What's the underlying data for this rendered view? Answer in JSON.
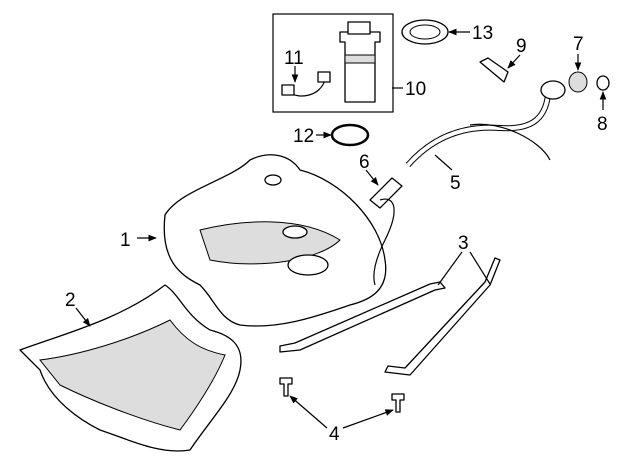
{
  "callouts": [
    {
      "num": "1",
      "part": "fuel-tank"
    },
    {
      "num": "2",
      "part": "heat-shield"
    },
    {
      "num": "3",
      "part": "tank-straps"
    },
    {
      "num": "4",
      "part": "strap-bolts"
    },
    {
      "num": "5",
      "part": "filler-pipe"
    },
    {
      "num": "6",
      "part": "filler-hose"
    },
    {
      "num": "7",
      "part": "filler-cap-seal"
    },
    {
      "num": "8",
      "part": "o-ring"
    },
    {
      "num": "9",
      "part": "vent-valve"
    },
    {
      "num": "10",
      "part": "fuel-pump-module"
    },
    {
      "num": "11",
      "part": "pump-harness"
    },
    {
      "num": "12",
      "part": "pump-seal"
    },
    {
      "num": "13",
      "part": "lock-ring"
    }
  ],
  "colors": {
    "line": "#000000",
    "background": "#ffffff",
    "shading": "#dddddd"
  }
}
